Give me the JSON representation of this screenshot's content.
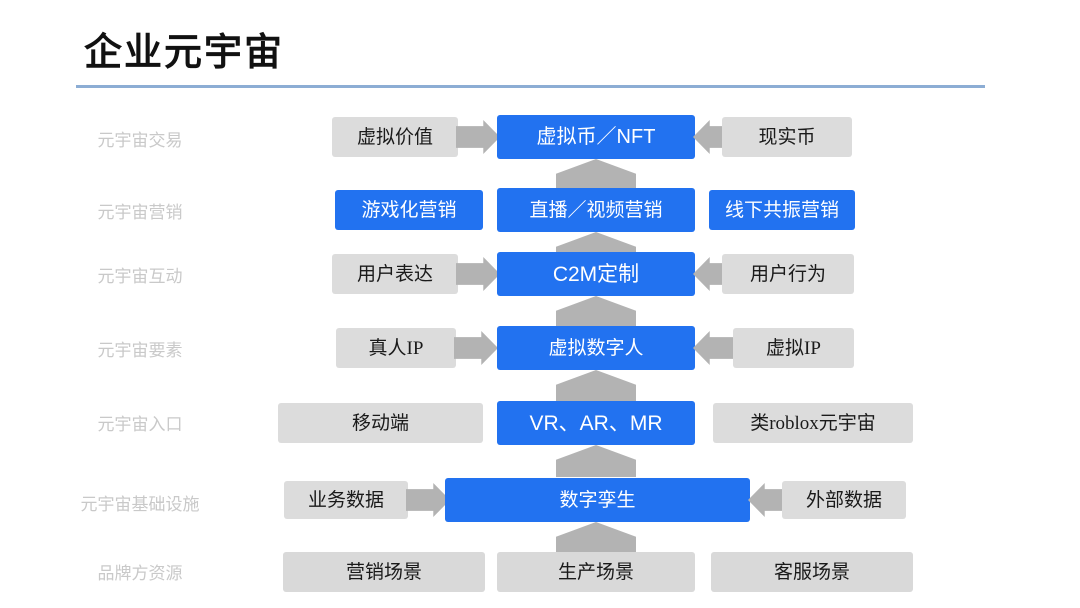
{
  "slide": {
    "title": "企业元宇宙",
    "accent_rule_color": "#8cadd4",
    "blue": "#2272f0",
    "gray": "#dcdcdc",
    "arrow_gray": "#b3b3b3",
    "label_gray": "#c9c9c9",
    "background": "#ffffff"
  },
  "rows": [
    {
      "label": "元宇宙交易",
      "boxes": [
        {
          "text": "虚拟价值",
          "style": "gray"
        },
        {
          "text": "虚拟币／NFT",
          "style": "blue"
        },
        {
          "text": "现实币",
          "style": "gray"
        }
      ],
      "connectors": {
        "left": "arrow-right",
        "right": "arrow-left",
        "down": true
      }
    },
    {
      "label": "元宇宙营销",
      "boxes": [
        {
          "text": "游戏化营销",
          "style": "blue"
        },
        {
          "text": "直播／视频营销",
          "style": "blue"
        },
        {
          "text": "线下共振营销",
          "style": "blue"
        }
      ],
      "connectors": {
        "left": "none",
        "right": "none",
        "down": true
      }
    },
    {
      "label": "元宇宙互动",
      "boxes": [
        {
          "text": "用户表达",
          "style": "gray"
        },
        {
          "text": "C2M定制",
          "style": "blue"
        },
        {
          "text": "用户行为",
          "style": "gray"
        }
      ],
      "connectors": {
        "left": "arrow-right",
        "right": "arrow-left",
        "down": true
      }
    },
    {
      "label": "元宇宙要素",
      "boxes": [
        {
          "text": "真人IP",
          "style": "gray"
        },
        {
          "text": "虚拟数字人",
          "style": "blue"
        },
        {
          "text": "虚拟IP",
          "style": "gray"
        }
      ],
      "connectors": {
        "left": "arrow-right",
        "right": "arrow-left",
        "down": true
      }
    },
    {
      "label": "元宇宙入口",
      "boxes": [
        {
          "text": "移动端",
          "style": "gray"
        },
        {
          "text": "VR、AR、MR",
          "style": "blue"
        },
        {
          "text": "类roblox元宇宙",
          "style": "gray"
        }
      ],
      "connectors": {
        "left": "none",
        "right": "none",
        "down": true
      }
    },
    {
      "label": "元宇宙基础设施",
      "boxes": [
        {
          "text": "业务数据",
          "style": "gray"
        },
        {
          "text": "数字孪生",
          "style": "blue"
        },
        {
          "text": "外部数据",
          "style": "gray"
        }
      ],
      "connectors": {
        "left": "arrow-right",
        "right": "arrow-left",
        "down": true
      }
    },
    {
      "label": "品牌方资源",
      "boxes": [
        {
          "text": "营销场景",
          "style": "gray"
        },
        {
          "text": "生产场景",
          "style": "gray"
        },
        {
          "text": "客服场景",
          "style": "gray"
        }
      ],
      "connectors": {
        "left": "none",
        "right": "none",
        "down": false
      }
    }
  ]
}
